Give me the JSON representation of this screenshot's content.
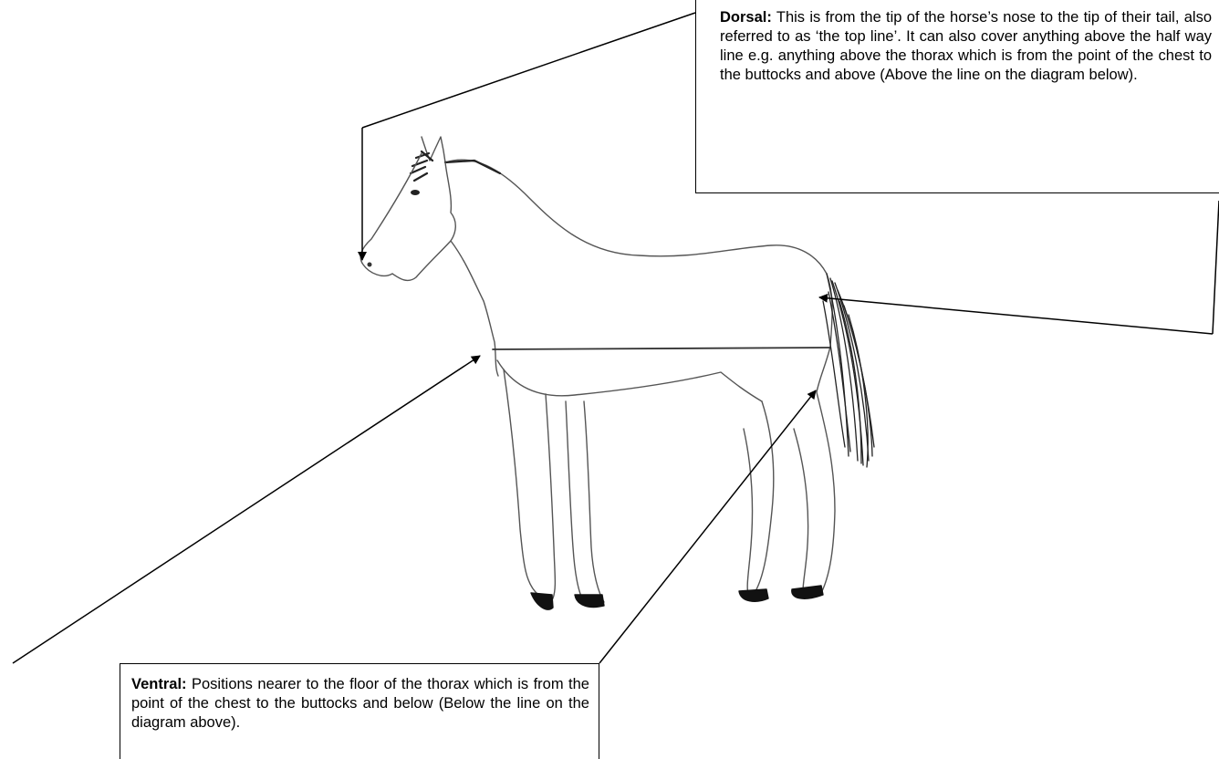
{
  "dorsal": {
    "term": "Dorsal:",
    "description": "This is from the tip of the horse’s nose to the tip of their tail, also referred to as ‘the top line’. It can also cover anything above the half way line e.g. anything above the thorax which is from the point of the chest to the buttocks and above (Above the line on the diagram below)."
  },
  "ventral": {
    "term": "Ventral:",
    "description": "Positions nearer to the floor of the thorax which is from the point of the chest to the buttocks and below (Below the line on the diagram above)."
  },
  "colors": {
    "ink": "#000000",
    "paper": "#ffffff",
    "pencil": "#555555",
    "hoof": "#111111"
  }
}
